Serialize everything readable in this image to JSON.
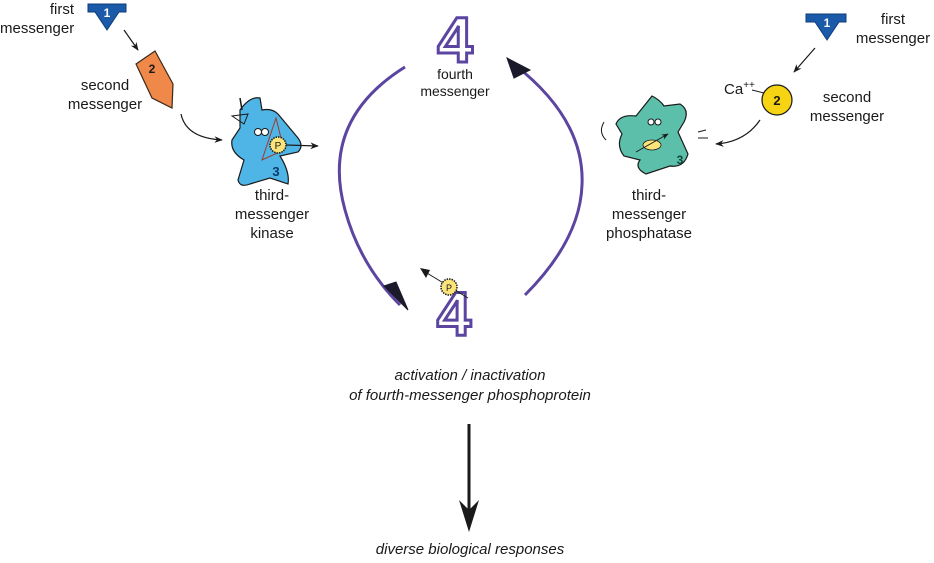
{
  "colors": {
    "fourth_purple": "#5b45a0",
    "first_blue": "#1a5aa8",
    "second_orange": "#f0884a",
    "calcium_yellow": "#f6d313",
    "kinase_blue": "#4fb4e6",
    "phosphatase_teal": "#5bbfaa",
    "phosphate_yellow": "#fbe47a",
    "arrow_black": "#1a1a1a"
  },
  "left_pathway": {
    "first_messenger": {
      "label_line1": "first",
      "label_line2": "messenger",
      "number": "1",
      "icon": "blue-pentagon-icon"
    },
    "second_messenger": {
      "label_line1": "second",
      "label_line2": "messenger",
      "number": "2",
      "icon": "orange-pentagon-icon"
    },
    "third_messenger": {
      "label_line1": "third-",
      "label_line2": "messenger",
      "label_line3": "kinase",
      "number": "3",
      "phosphate": "P",
      "icon": "kinase-creature-icon"
    }
  },
  "right_pathway": {
    "first_messenger": {
      "label_line1": "first",
      "label_line2": "messenger",
      "number": "1",
      "icon": "blue-pentagon-icon"
    },
    "second_messenger": {
      "label_line1": "second",
      "label_line2": "messenger",
      "number": "2",
      "ion": "Ca",
      "ion_charge": "++",
      "icon": "calcium-circle-icon"
    },
    "third_messenger": {
      "label_line1": "third-",
      "label_line2": "messenger",
      "label_line3": "phosphatase",
      "number": "3",
      "icon": "phosphatase-creature-icon"
    }
  },
  "cycle": {
    "top_number": "4",
    "top_label_line1": "fourth",
    "top_label_line2": "messenger",
    "bottom_number": "4",
    "bottom_phosphate": "P"
  },
  "outcome": {
    "line1": "activation / inactivation",
    "line2": "of fourth-messenger phosphoprotein",
    "final": "diverse biological responses"
  }
}
